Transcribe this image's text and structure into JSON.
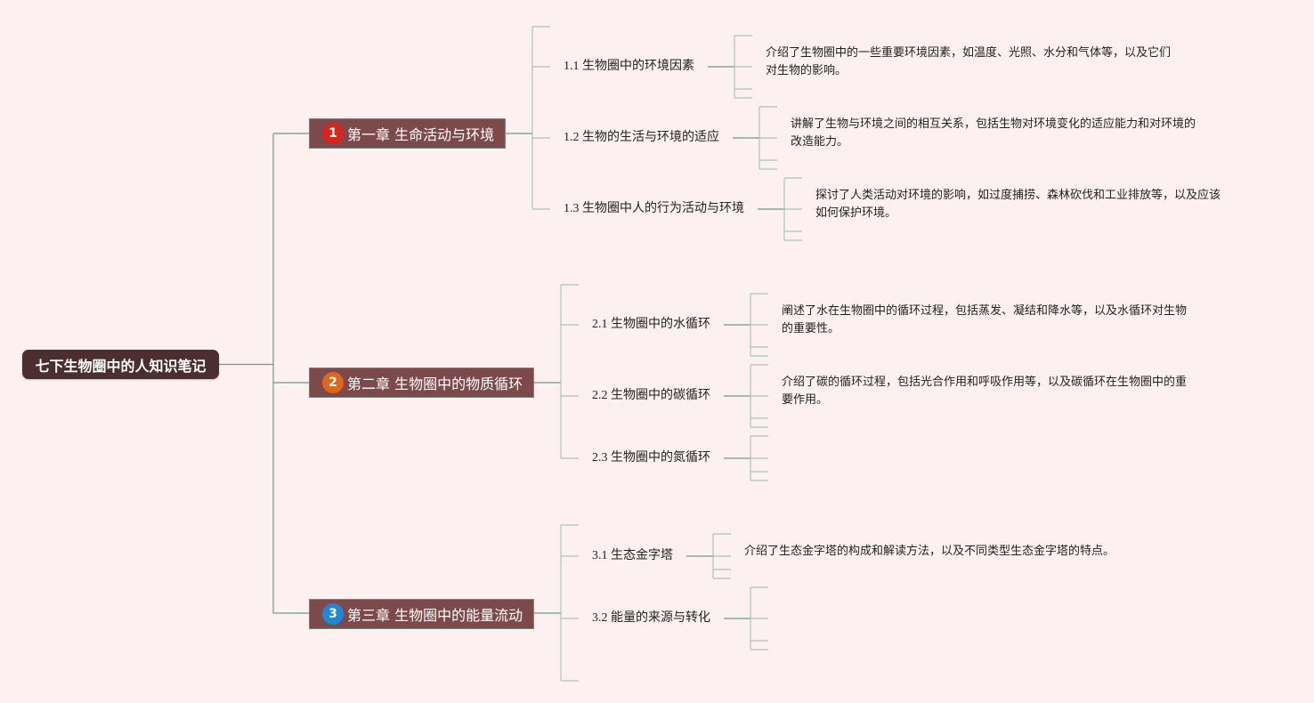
{
  "root": {
    "title": "七下生物圈中的人知识笔记"
  },
  "chapters": [
    {
      "badge": "1",
      "badge_color": "#d9251c",
      "title": "第一章 生命活动与环境"
    },
    {
      "badge": "2",
      "badge_color": "#e0661a",
      "title": "第二章 生物圈中的物质循环"
    },
    {
      "badge": "3",
      "badge_color": "#1f88d6",
      "title": "第三章 生物圈中的能量流动"
    }
  ],
  "sections": [
    {
      "label": "1.1 生物圈中的环境因素",
      "desc_line1": "介绍了生物圈中的一些重要环境因素，如温度、光照、水分和气体等，以及它们",
      "desc_line2": "对生物的影响。"
    },
    {
      "label": "1.2 生物的生活与环境的适应",
      "desc_line1": "讲解了生物与环境之间的相互关系，包括生物对环境变化的适应能力和对环境的",
      "desc_line2": "改造能力。"
    },
    {
      "label": "1.3 生物圈中人的行为活动与环境",
      "desc_line1": "探讨了人类活动对环境的影响，如过度捕捞、森林砍伐和工业排放等，以及应该",
      "desc_line2": "如何保护环境。"
    },
    {
      "label": "2.1 生物圈中的水循环",
      "desc_line1": "阐述了水在生物圈中的循环过程，包括蒸发、凝结和降水等，以及水循环对生物",
      "desc_line2": "的重要性。"
    },
    {
      "label": "2.2 生物圈中的碳循环",
      "desc_line1": "介绍了碳的循环过程，包括光合作用和呼吸作用等，以及碳循环在生物圈中的重",
      "desc_line2": "要作用。"
    },
    {
      "label": "2.3 生物圈中的氮循环"
    },
    {
      "label": "3.1 生态金字塔",
      "desc_line1": "介绍了生态金字塔的构成和解读方法，以及不同类型生态金字塔的特点。"
    },
    {
      "label": "3.2 能量的来源与转化"
    }
  ],
  "colors": {
    "background": "#fdf0f0",
    "connector": "#6e9a8c",
    "connector_light": "#a8c4ba",
    "root_fill": "#4a2e30",
    "chapter_fill": "#7c4a4a"
  }
}
